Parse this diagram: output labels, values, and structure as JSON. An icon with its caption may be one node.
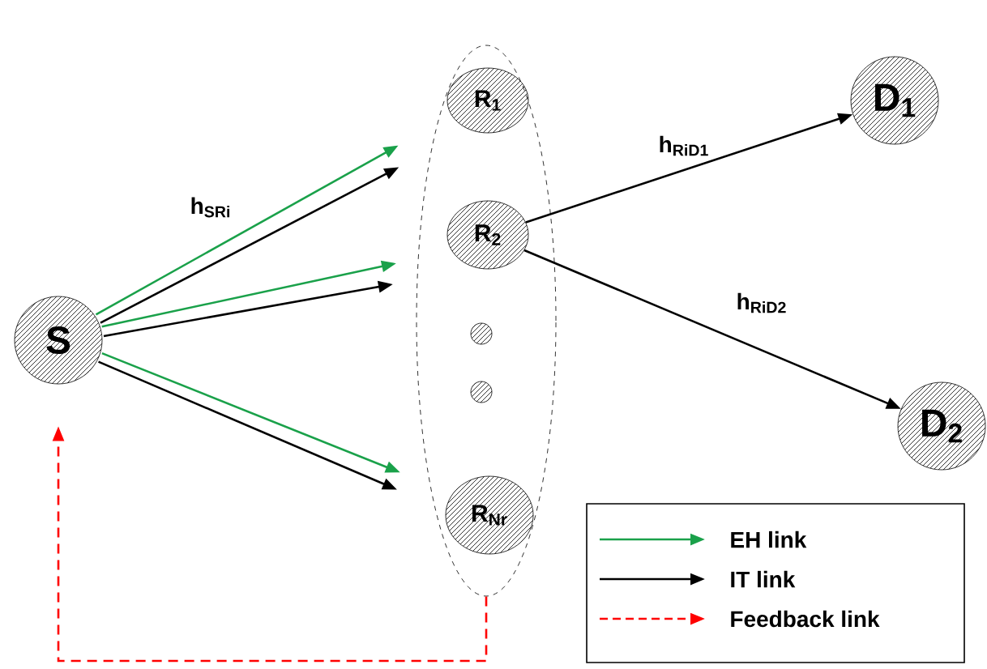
{
  "diagram": {
    "nodes": [
      {
        "text": [],
        "shape": "ellipse"
      },
      {
        "text": [
          "S"
        ]
      },
      {
        "text": [
          "R$_{1}$"
        ],
        "in": 0
      },
      {
        "text": [
          "R$_{2}$"
        ],
        "in": 0
      },
      {
        "text": [],
        "shape": "circle",
        "in": 0
      },
      {
        "text": [],
        "shape": "circle",
        "in": 0
      },
      {
        "text": [
          "R$_{Nr}$"
        ],
        "in": 0
      },
      {
        "text": [
          "D$_{1}$"
        ]
      },
      {
        "text": [
          "D$_{2}$"
        ]
      }
    ],
    "edges": [
      {
        "from": 1,
        "to": 0,
        "arrow": "to",
        "color": "#1aa14a",
        "label": "h$_{SRi}$"
      },
      {
        "from": 1,
        "to": 0,
        "arrow": "to"
      },
      {
        "from": 1,
        "to": 0,
        "arrow": "to",
        "color": "#1aa14a"
      },
      {
        "from": 1,
        "to": 0,
        "arrow": "to"
      },
      {
        "from": 1,
        "to": 0,
        "arrow": "to",
        "color": "#1aa14a"
      },
      {
        "from": 1,
        "to": 0,
        "arrow": "to"
      },
      {
        "from": 3,
        "to": 7,
        "arrow": "to",
        "label": "h$_{RiD1}$"
      },
      {
        "from": 3,
        "to": 8,
        "arrow": "to",
        "label": "h$_{RiD2}$"
      },
      {
        "from": 0,
        "to": 1,
        "arrow": "to",
        "style": "dashed",
        "color": "#ff0000"
      }
    ],
    "legend": [
      {
        "text": "EH link"
      },
      {
        "text": "IT link"
      },
      {
        "text": "Feedback link"
      }
    ]
  }
}
